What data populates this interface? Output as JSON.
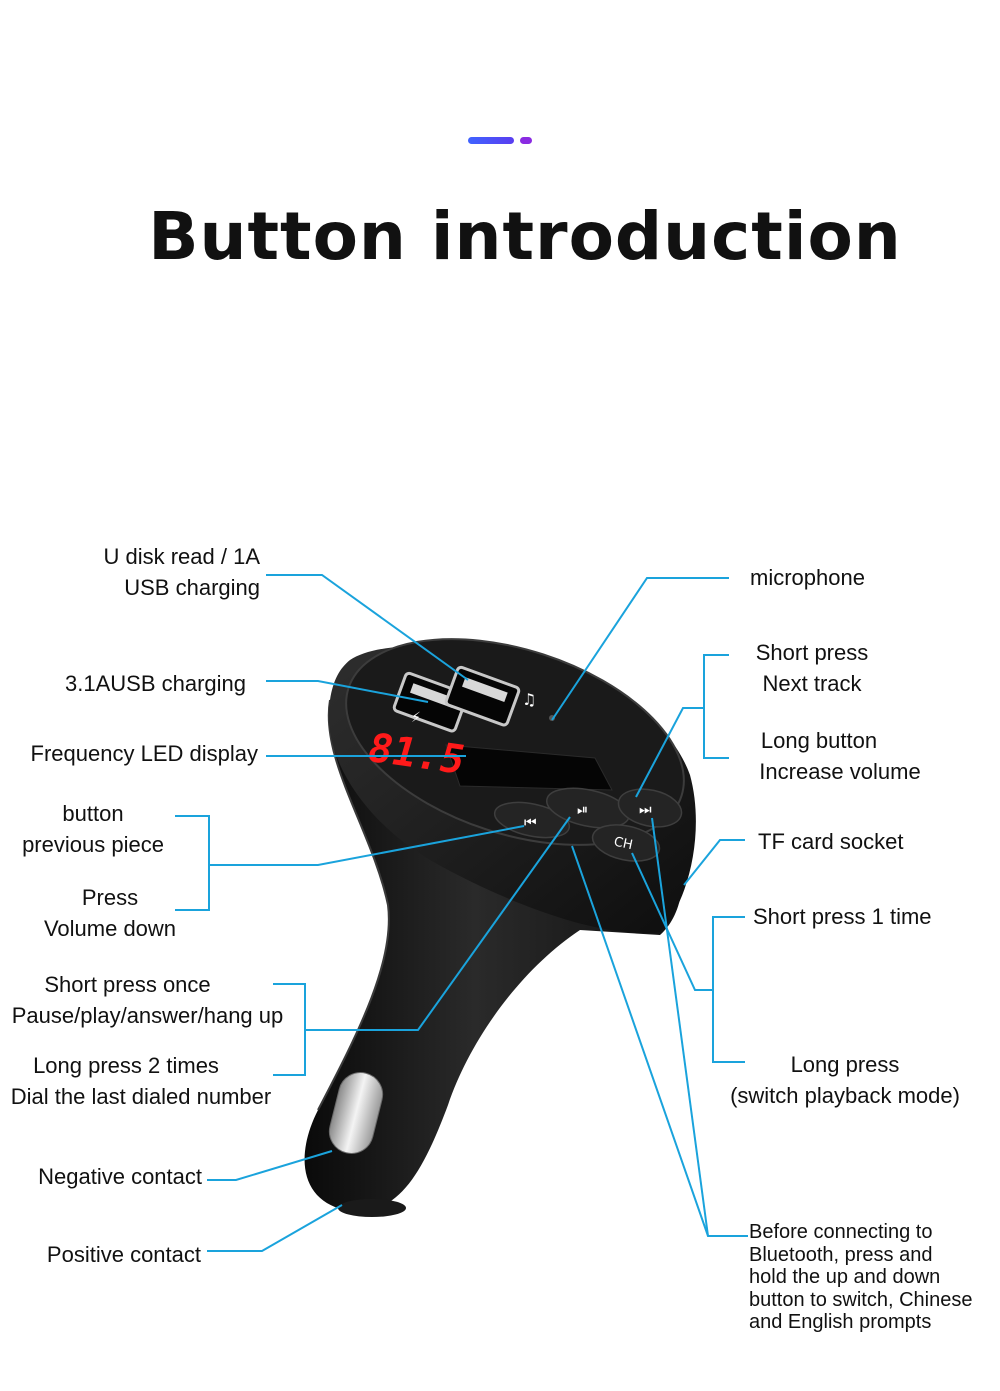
{
  "header": {
    "title": "Button introduction"
  },
  "device": {
    "display_text": "81.5",
    "ch_button": "CH"
  },
  "labels": {
    "usb_read": [
      "U disk read / 1A",
      "USB charging"
    ],
    "usb_31": "3.1AUSB charging",
    "led_display": "Frequency LED display",
    "prev_button": [
      "button",
      "previous piece"
    ],
    "prev_volume": [
      "Press",
      "Volume down"
    ],
    "play_short": [
      "Short press once",
      "Pause/play/answer/hang up"
    ],
    "play_long": [
      "Long press 2 times",
      "Dial the last dialed number"
    ],
    "negative": "Negative contact",
    "positive": "Positive contact",
    "microphone": "microphone",
    "next_short": [
      "Short press",
      "Next track"
    ],
    "next_long": [
      "Long button",
      "Increase volume"
    ],
    "tf_socket": "TF card socket",
    "ch_short": "Short press 1 time",
    "ch_long": [
      "Long press",
      "(switch playback mode)"
    ],
    "note": [
      "Before connecting to",
      "Bluetooth, press and",
      "hold the up and down",
      "button to switch, Chinese",
      "and English prompts"
    ]
  },
  "colors": {
    "leader_line": "#1aa3dc",
    "led_red": "#ff1a1a",
    "accent_blue": "#3f63ff",
    "accent_purple": "#8a2be2"
  }
}
